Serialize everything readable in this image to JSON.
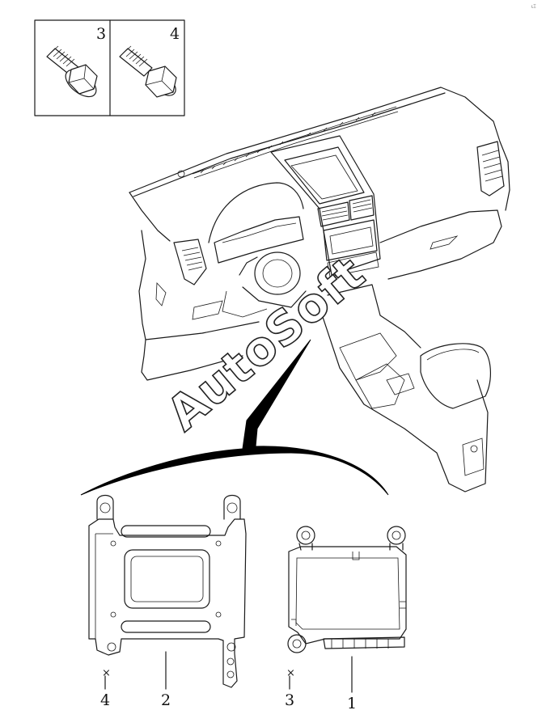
{
  "corner_mark": "ιΞ",
  "watermark": "AutoSoft",
  "inset": {
    "left_label": "3",
    "right_label": "4",
    "left_part": "flange-bolt-icon",
    "right_part": "hex-bolt-icon"
  },
  "callouts": [
    {
      "label": "4",
      "marker": "×"
    },
    {
      "label": "2"
    },
    {
      "label": "3",
      "marker": "×"
    },
    {
      "label": "1"
    }
  ],
  "colors": {
    "line": "#1a1a1a",
    "background": "#ffffff"
  }
}
